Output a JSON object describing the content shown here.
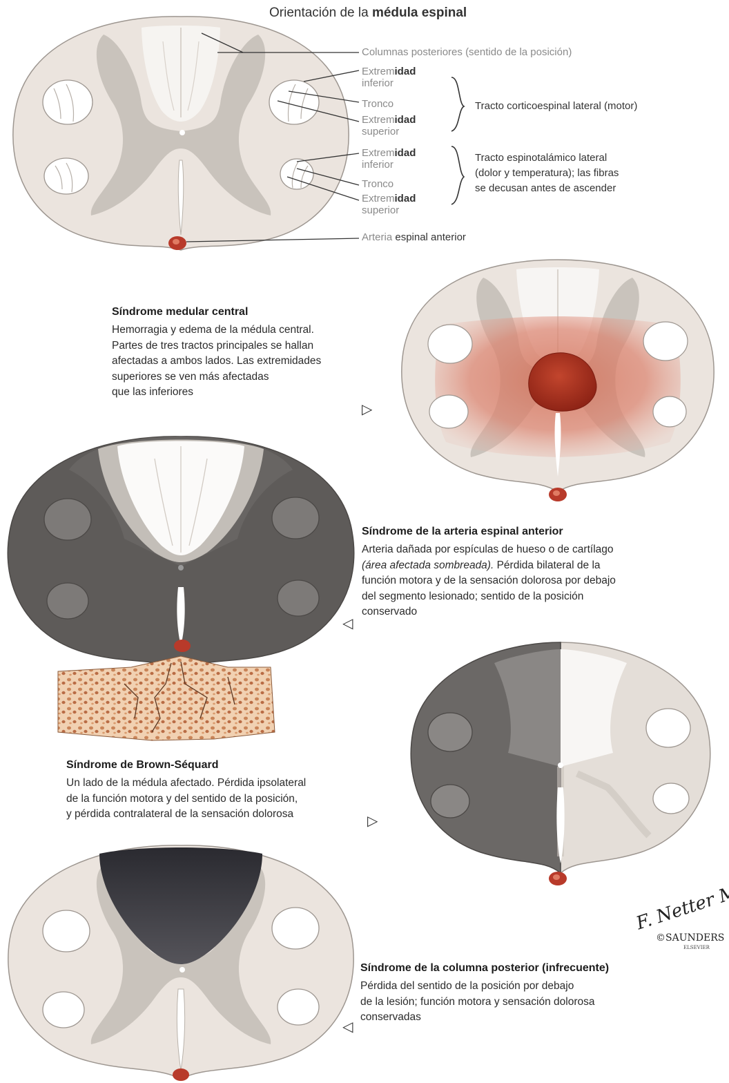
{
  "header": {
    "title_prefix": "Orientación de la",
    "title_bold": "médula espinal"
  },
  "orientation_labels": {
    "posterior_columns": "Columnas posteriores (sentido de la posición)",
    "cst_lower_a": "Extrem",
    "cst_lower_b": "idad",
    "cst_lower_c": "inferior",
    "cst_trunk": "Tronco",
    "cst_upper_a": "Extrem",
    "cst_upper_b": "idad",
    "cst_upper_c": "superior",
    "cst_group": "Tracto corticoespinal lateral (motor)",
    "stt_lower_a": "Extrem",
    "stt_lower_b": "idad",
    "stt_lower_c": "inferior",
    "stt_trunk": "Tronco",
    "stt_upper_a": "Extrem",
    "stt_upper_b": "idad",
    "stt_upper_c": "superior",
    "stt_group_1": "Tracto espinotalámico lateral",
    "stt_group_2": "(dolor y temperatura); las fibras",
    "stt_group_3": "se decusan antes de ascender",
    "artery_a": "Arteria",
    "artery_b": "espinal anterior"
  },
  "syndromes": {
    "central": {
      "title": "Síndrome medular central",
      "lines": [
        "Hemorragia y edema de la médula central.",
        "Partes de tres tractos principales se hallan",
        "afectadas a ambos lados. Las extremidades",
        "superiores se ven más afectadas",
        "que las inferiores"
      ]
    },
    "anterior": {
      "title": "Síndrome de la arteria espinal anterior",
      "line1": "Arteria dañada por espículas de hueso o de cartílago",
      "line2_italic": "(área afectada sombreada).",
      "line2_rest": " Pérdida bilateral de la",
      "line3": "función motora y de la sensación dolorosa por debajo",
      "line4": "del segmento lesionado; sentido de la posición",
      "line5": "conservado"
    },
    "brown": {
      "title": "Síndrome de Brown-Séquard",
      "lines": [
        "Un lado de la médula afectado. Pérdida ipsolateral",
        "de la función motora y del sentido de la posición,",
        "y pérdida contralateral de la sensación dolorosa"
      ]
    },
    "posterior": {
      "title": "Síndrome de la columna posterior (infrecuente)",
      "lines": [
        "Pérdida del sentido de la posición por debajo",
        "de la lesión; función motora y sensación dolorosa",
        "conservadas"
      ]
    }
  },
  "signature": {
    "name": "F. Netter M.D.",
    "publisher": "©SAUNDERS",
    "publisher_sub": "ELSEVIER"
  },
  "colors": {
    "cord_fill": "#e9e2dd",
    "gray_matter": "#c8c2bb",
    "posterior_white": "#f6f4f2",
    "tract_white": "#ffffff",
    "hemorrhage": "#d9765f",
    "hemorrhage_core": "#a8321f",
    "artery": "#b83a2a",
    "shaded_dark": "#5f5c5a",
    "posterior_lesion": "#2f2f34",
    "bone": "#e8b98e"
  }
}
